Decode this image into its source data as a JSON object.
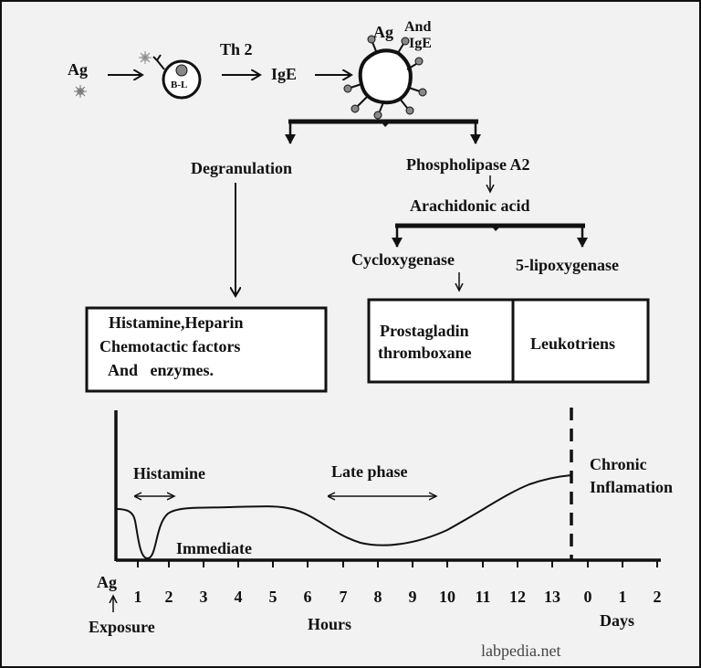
{
  "top": {
    "ag_left": "Ag",
    "b_cell": "B-L",
    "th2": "Th 2",
    "ige": "IgE",
    "mast_ag": "Ag",
    "mast_and": "And",
    "mast_ige": "IgE"
  },
  "pathways": {
    "degranulation": "Degranulation",
    "phospholipase": "Phospholipase A2",
    "arachidonic": "Arachidonic acid",
    "cyclooxygenase": "Cycloxygenase",
    "lipoxygenase": "5-lipoxygenase"
  },
  "boxes": {
    "mediators": [
      "Histamine,Heparin",
      "Chemotactic factors",
      "And   enzymes."
    ],
    "prostaglandin": [
      "Prostagladin",
      "thromboxane"
    ],
    "leukotriens": "Leukotriens"
  },
  "timeline": {
    "histamine": "Histamine",
    "immediate": "Immediate",
    "late_phase": "Late phase",
    "chronic": [
      "Chronic",
      "Inflamation"
    ],
    "ag": "Ag",
    "exposure": "Exposure",
    "hours_label": "Hours",
    "days_label": "Days",
    "hour_ticks": [
      "1",
      "2",
      "3",
      "4",
      "5",
      "6",
      "7",
      "8",
      "9",
      "10",
      "11",
      "12",
      "13"
    ],
    "day_ticks": [
      "0",
      "1",
      "2"
    ]
  },
  "watermark": "labpedia.net",
  "colors": {
    "background": "#f2f2f2",
    "ink": "#111111",
    "granule": "#888888"
  }
}
